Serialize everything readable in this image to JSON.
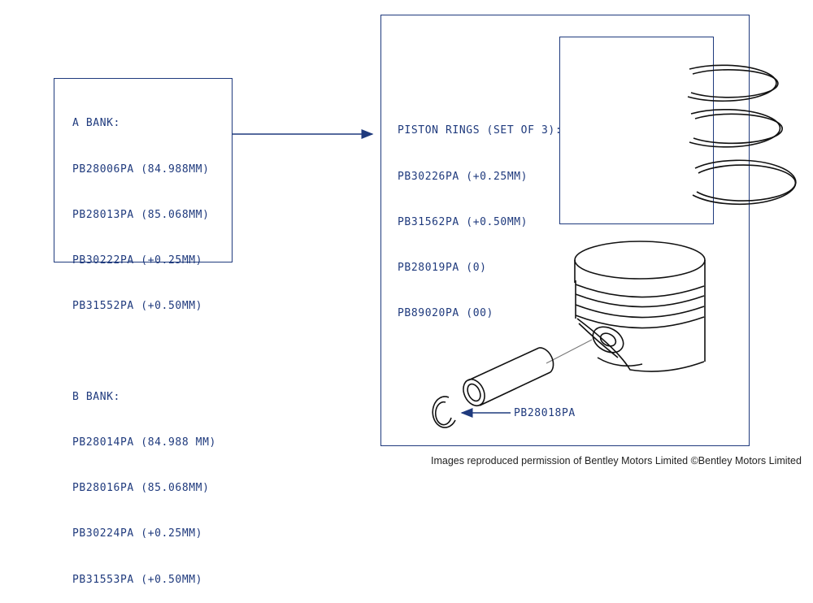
{
  "a_bank": {
    "heading": "A BANK:",
    "parts": [
      "PB28006PA (84.988MM)",
      "PB28013PA (85.068MM)",
      "PB30222PA (+0.25MM)",
      "PB31552PA (+0.50MM)"
    ]
  },
  "b_bank": {
    "heading": "B BANK:",
    "parts": [
      "PB28014PA (84.988 MM)",
      "PB28016PA (85.068MM)",
      "PB30224PA (+0.25MM)",
      "PB31553PA (+0.50MM)"
    ]
  },
  "piston_rings": {
    "heading": "PISTON RINGS (SET OF 3):",
    "parts": [
      "PB30226PA (+0.25MM)",
      "PB31562PA (+0.50MM)",
      "PB28019PA (0)",
      "PB89020PA (00)"
    ]
  },
  "circlip": {
    "part": "PB28018PA"
  },
  "copyright": "Images reproduced permission of Bentley Motors Limited ©Bentley Motors Limited",
  "colors": {
    "accent": "#1f3a7d"
  }
}
